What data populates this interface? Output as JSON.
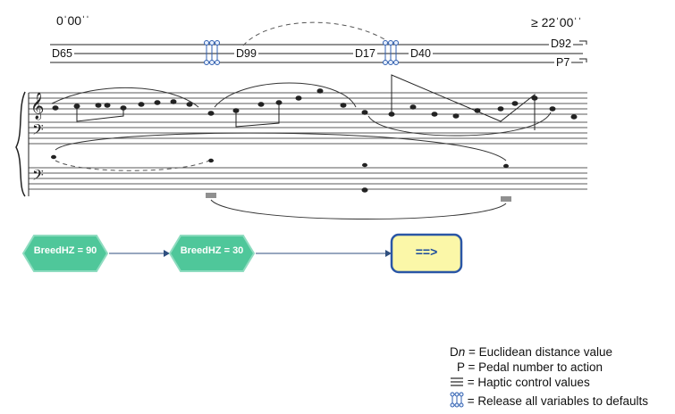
{
  "timeline": {
    "start_time": "0ˈ00ˈˈ",
    "end_time": "≥ 22ˈ00ˈˈ",
    "labels": {
      "d65": "D65",
      "d99": "D99",
      "d17": "D17",
      "d40": "D40",
      "d92": "D92",
      "p7": "P7"
    }
  },
  "flow": {
    "node1_label": "BreedHZ = 90",
    "node2_label": "BreedHZ = 30",
    "node3_label": "==>"
  },
  "legend": {
    "distance_prefix": "D",
    "distance_var": "n",
    "distance_text": " = Euclidean distance value",
    "pedal_prefix": "P",
    "pedal_text": " = Pedal number to action",
    "haptic_text": " = Haptic control values",
    "release_text": " = Release all variables to defaults"
  },
  "colors": {
    "node_fill": "#4fc79a",
    "node_stroke": "#8fdcc0",
    "final_fill": "#fbf7a8",
    "final_stroke": "#2a56a6",
    "release_icon": "#2f5fb0",
    "connector": "#2f4f7f"
  }
}
